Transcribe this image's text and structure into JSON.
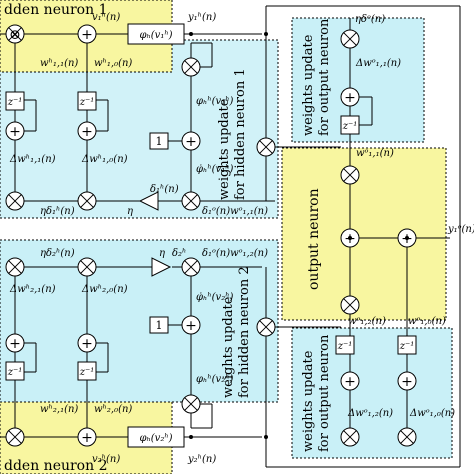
{
  "regions": {
    "hidden1_title": "dden neuron 1",
    "hidden2_title": "dden neuron 2",
    "output_title": "output neuron",
    "wu_hidden1_line1": "weights update",
    "wu_hidden1_line2": "for hidden neuron 1",
    "wu_hidden2_line1": "weights update",
    "wu_hidden2_line2": "for hidden neuron 2",
    "wu_out_top_line1": "weights update",
    "wu_out_top_line2": "for output neuron",
    "wu_out_bot_line1": "weights update",
    "wu_out_bot_line2": "for output neuron"
  },
  "labels": {
    "v1": "v₁ʰ(n)",
    "y1": "y₁ʰ(n)",
    "phi1": "φₕ(v₁ʰ)",
    "w11h": "wʰ₁,₁(n)",
    "w10h": "wʰ₁,₀(n)",
    "dw11h": "Δwʰ₁,₁(n)",
    "dw10h": "Δwʰ₁,₀(n)",
    "phid1": "φ̇ₕʰ(v₁ʰ)",
    "phid1b": "φₕʰ(v₁ʰ)",
    "eta_d1": "ηδ₁ʰ(n)",
    "d1": "δ₁ʰ(n)",
    "d1_prod": "δ₁ᵒ(n)wᵒ₁,₁(n)",
    "eta": "η",
    "one": "1",
    "zinv": "z⁻¹",
    "ydo": "y₁ᵒ(n)",
    "do": "ηδᵒ(n)",
    "dw11o": "Δwᵒ₁,₁(n)",
    "w11o": "wᵒ₁,₁(n)",
    "w12o": "wᵒ₁,₂(n)",
    "w10o": "wᵒ₁,₀(n)",
    "dw12o": "Δwᵒ₁,₂(n)",
    "dw10o": "Δwᵒ₁,₀(n)",
    "eta_d2": "ηδ₂ʰ(n)",
    "d2": "δ₂ʰ",
    "d2_prod": "δ₁ᵒ(n)wᵒ₁,₂(n)",
    "phid2": "φ̇ₕʰ(v₂ʰ)",
    "phid2b": "φₕʰ(v₂ʰ)",
    "dw21h": "Δwʰ₂,₁(n)",
    "dw20h": "Δwʰ₂,₀(n)",
    "w21h": "wʰ₂,₁(n)",
    "w20h": "wʰ₂,₀(n)",
    "v2": "v₂ʰ(n)",
    "y2": "y₂ʰ(n)",
    "phi2": "φₕ(v₂ʰ)"
  },
  "colors": {
    "yellow": "#f8f6a0",
    "cyan": "#c9f0f7",
    "wire": "#000000"
  }
}
